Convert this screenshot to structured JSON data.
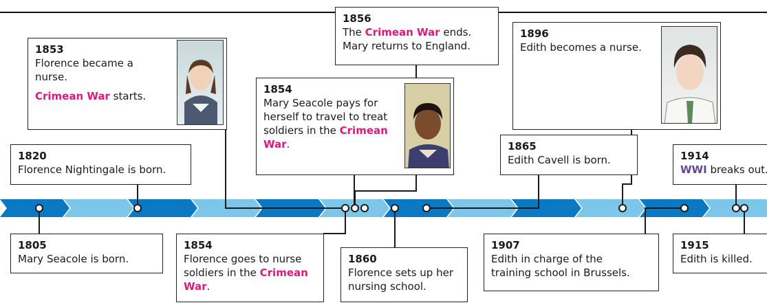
{
  "events_above": [
    {
      "year": "1853",
      "text": "Florence became a\nnurse.",
      "extra_pre": "",
      "extra_hl": "Crimean War",
      "extra_post": " starts."
    },
    {
      "year": "1820",
      "text": "Florence Nightingale is born."
    },
    {
      "year": "1856",
      "pre": "The ",
      "hl": "Crimean War",
      "post": " ends.\nMary returns to England."
    },
    {
      "year": "1854",
      "pre": "Mary Seacole pays for\nherself to travel to treat\nsoldiers in the ",
      "hl": "Crimean\nWar",
      "post": "."
    },
    {
      "year": "1896",
      "text": "Edith becomes a nurse."
    },
    {
      "year": "1865",
      "text": "Edith Cavell is born."
    },
    {
      "year": "1914",
      "hl": "WWI",
      "post": " breaks out."
    }
  ],
  "events_below": [
    {
      "year": "1805",
      "text": "Mary Seacole is born."
    },
    {
      "year": "1854",
      "pre": "Florence goes to nurse\nsoldiers in the ",
      "hl": "Crimean",
      "post": "",
      "hl2": "War",
      "post2": "."
    },
    {
      "year": "1860",
      "text": "Florence sets up her\nnursing school."
    },
    {
      "year": "1907",
      "text": "Edith in charge of the\ntraining school in Brussels."
    },
    {
      "year": "1915",
      "text": "Edith is killed."
    }
  ],
  "colors": {
    "dark_blue": "#0a78c2",
    "light_blue": "#7cc6ea",
    "highlight": "#e0177d",
    "wwi": "#6a3fa0"
  },
  "portraits": [
    "florence-portrait",
    "mary-seacole-portrait",
    "edith-cavell-portrait"
  ]
}
